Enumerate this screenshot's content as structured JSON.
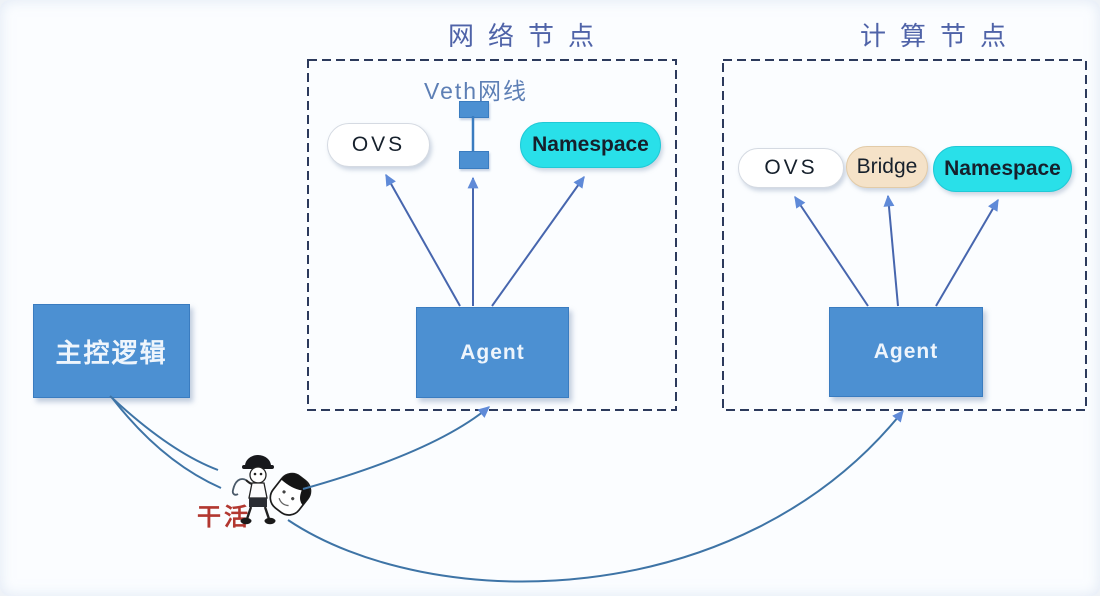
{
  "colors": {
    "canvas-bg": "#fbfdff",
    "title-color": "#4f63a8",
    "veth-label-color": "#5d7fb5",
    "dash-border": "#2c3a5c",
    "node-blue": "#4c90d2",
    "node-blue-border": "#3a7cc0",
    "node-text": "#eef5fc",
    "arrow-stroke": "#4766ae",
    "arrow-head": "#5f8ad8",
    "curve-stroke": "#3e74a6",
    "pill-text": "#16202c",
    "ovs-bg": "#ffffff",
    "ovs-border": "#d5dae2",
    "bridge-bg": "#f5e2c8",
    "bridge-border": "#e2cba8",
    "namespace-bg": "#29e0e9",
    "namespace-border": "#1fc9d6",
    "work-red": "#b23730"
  },
  "network_node": {
    "title": "网络节点",
    "veth_label": "Veth网线",
    "ovs_label": "OVS",
    "namespace_label": "Namespace",
    "agent_label": "Agent"
  },
  "compute_node": {
    "title": "计算节点",
    "ovs_label": "OVS",
    "bridge_label": "Bridge",
    "namespace_label": "Namespace",
    "agent_label": "Agent"
  },
  "master": {
    "label": "主控逻辑"
  },
  "worker": {
    "label": "干活"
  }
}
